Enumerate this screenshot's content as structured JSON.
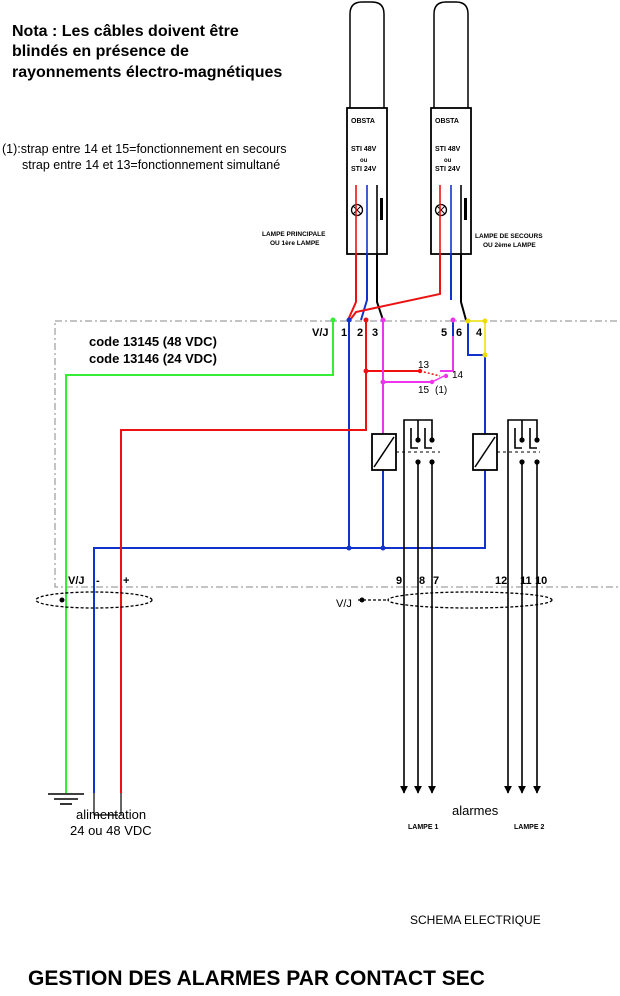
{
  "note": {
    "line1": "Nota : Les câbles doivent être",
    "line2": "blindés en présence de",
    "line3": "rayonnements électro-magnétiques"
  },
  "strap_note": {
    "line1": "(1):strap entre 14 et 15=fonctionnement en secours",
    "line2": "strap entre 14 et 13=fonctionnement simultané"
  },
  "lamps": {
    "left": {
      "brand": "OBSTA",
      "model_48": "STI 48V",
      "or": "ou",
      "model_24": "STI 24V",
      "caption1": "LAMPE PRINCIPALE",
      "caption2": "OU 1ère LAMPE"
    },
    "right": {
      "brand": "OBSTA",
      "model_48": "STI 48V",
      "or": "ou",
      "model_24": "STI 24V",
      "caption1": "LAMPE DE SECOURS",
      "caption2": "OU 2ème LAMPE"
    }
  },
  "module": {
    "code1": "code 13145 (48 VDC)",
    "code2": "code 13146 (24 VDC)"
  },
  "terminals": {
    "top": [
      "V/J",
      "1",
      "2",
      "3",
      "5",
      "6",
      "4"
    ],
    "strap": [
      "13",
      "14",
      "15",
      "(1)"
    ],
    "bottom_left": [
      "V/J",
      "-",
      "+"
    ],
    "bottom_right": [
      "9",
      "8",
      "7",
      "12",
      "11",
      "10"
    ]
  },
  "shield_label": "V/J",
  "supply": {
    "line1": "alimentation",
    "line2": "24 ou 48 VDC"
  },
  "alarms": {
    "label": "alarmes",
    "lamp1": "LAMPE 1",
    "lamp2": "LAMPE 2"
  },
  "schema_label": "SCHEMA ELECTRIQUE",
  "title": "GESTION DES ALARMES PAR CONTACT SEC",
  "colors": {
    "red": "#ee1111",
    "blue": "#1133cc",
    "green": "#33ee33",
    "magenta": "#ee33ee",
    "yellow": "#eedd00",
    "black": "#000000"
  }
}
